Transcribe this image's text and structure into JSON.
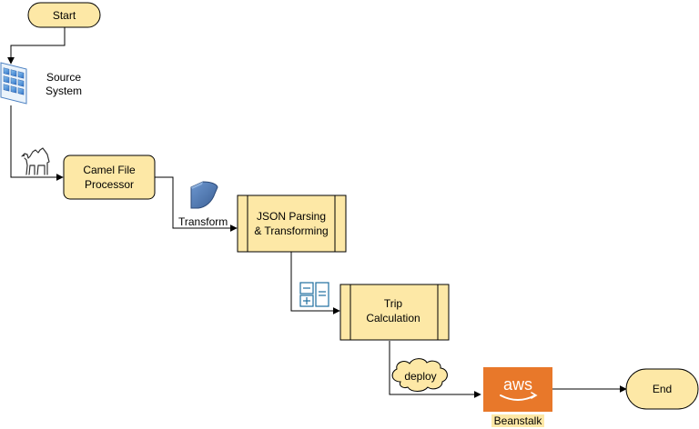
{
  "nodes": {
    "start": "Start",
    "source_line1": "Source",
    "source_line2": "System",
    "camel_line1": "Camel File",
    "camel_line2": "Processor",
    "json_line1": "JSON Parsing",
    "json_line2": "& Transforming",
    "trip_line1": "Trip",
    "trip_line2": "Calculation",
    "end": "End"
  },
  "edge_labels": {
    "transform": "Transform",
    "deploy": "deploy"
  },
  "aws": {
    "logo_text": "aws",
    "caption": "Beanstalk"
  },
  "icons": [
    "start-terminator",
    "source-system-grid-icon",
    "camel-icon",
    "transform-shape-icon",
    "calculator-icon",
    "deploy-cloud",
    "aws-logo-icon",
    "end-terminator"
  ],
  "colors": {
    "node_fill": "#fde8a6",
    "aws_orange": "#e8782a",
    "caption_bg": "#fde8a6",
    "icon_blue": "#4a7fc1"
  }
}
